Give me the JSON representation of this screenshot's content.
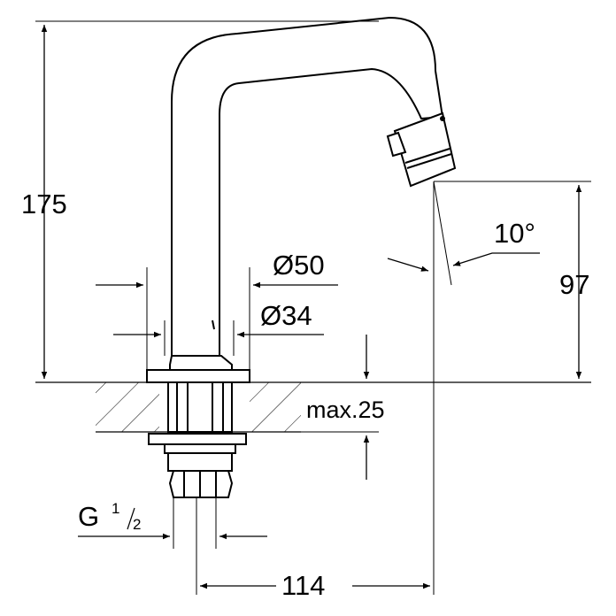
{
  "dimensions": {
    "total_height": "175",
    "spout_height": "97",
    "spout_angle": "10°",
    "outer_diameter": "Ø50",
    "inner_diameter": "Ø34",
    "max_thickness": "max.25",
    "thread_main": "G",
    "thread_fraction_num": "1",
    "thread_fraction_den": "2",
    "reach": "114"
  },
  "colors": {
    "line": "#000000",
    "background": "#ffffff"
  }
}
